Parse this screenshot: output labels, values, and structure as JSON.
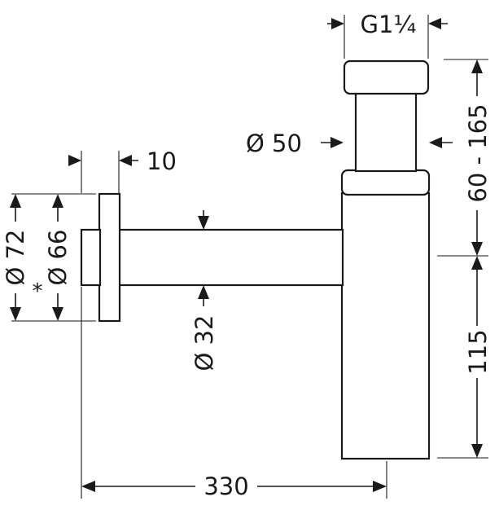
{
  "dimensions": {
    "thread": "G1¼",
    "height_range": "60 - 165",
    "pipe_outer_diameter": "Ø 50",
    "rosette_thickness": "10",
    "rosette_diameter": "Ø 72",
    "pipe_diameter_alt": "Ø 66",
    "alt_marker": "*",
    "wall_pipe_diameter": "Ø 32",
    "lower_height": "115",
    "total_length": "330"
  },
  "colors": {
    "line": "#1a1a1a",
    "background": "#ffffff"
  }
}
